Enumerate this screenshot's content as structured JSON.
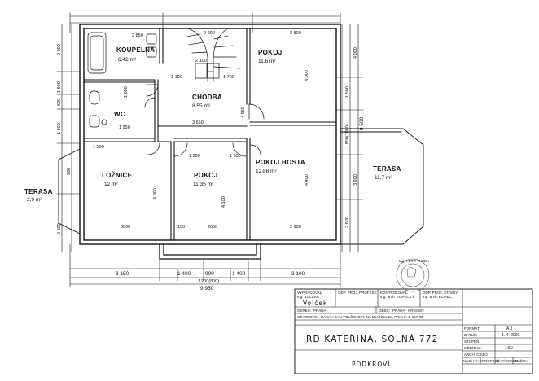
{
  "rooms": [
    {
      "name": "KOUPELNA",
      "area": "6,42 m²"
    },
    {
      "name": "WC",
      "area": ""
    },
    {
      "name": "CHODBA",
      "area": "8,55 m²"
    },
    {
      "name": "POKOJ",
      "area": "11,6 m²"
    },
    {
      "name": "LOŽNICE",
      "area": "12 m²"
    },
    {
      "name": "POKOJ",
      "area": "11,35 m²"
    },
    {
      "name": "POKOJ HOSTA",
      "area": "12,88 m²"
    },
    {
      "name": "TERASA",
      "area": "11,7 m²"
    },
    {
      "name": "TERASA",
      "area": "2,9 m²"
    }
  ],
  "dimensions": {
    "top": [
      "2 850",
      "2 900",
      "2 800"
    ],
    "bottom_rooms": [
      "3000",
      "150",
      "2650",
      "2 900"
    ],
    "bottom_row": [
      "3 150",
      "1 400",
      "900",
      "1 400",
      "3 100"
    ],
    "bottom_sub": "1200(800)",
    "total_width": "9 950",
    "left": [
      "2 900",
      "1 600",
      "600",
      "1 900",
      "900",
      "2 600"
    ],
    "right": [
      "4 000",
      "1 500",
      "1 800(1000)",
      "3 900",
      "2 600"
    ],
    "right_total": "9 500",
    "inner": [
      "1 100",
      "2 100",
      "1 700",
      "1 600",
      "4 950",
      "4 000",
      "3 650",
      "1 200",
      "1 350",
      "4 100",
      "4 000",
      "1 950",
      "4 400",
      "1 200"
    ]
  },
  "title_block": {
    "labels": {
      "vypracoval": "VYPRACOVAL",
      "odp_proj_profese": "ODP. PROJ. PROFESE",
      "kontroloval": "KONTROLOVAL",
      "odp_proj_stavby": "ODP. PROJ. STAVBY",
      "okres": "OKRES:",
      "obec": "OBEC:",
      "stavebnik": "STAVEBNÍK:",
      "format": "FORMÁT",
      "datum": "DATUM",
      "stupen": "STUPEŇ",
      "meritko": "MĚŘÍTKO:",
      "arch_cislo": "ARCH. ČÍSLO",
      "nach_fac": "NACH.FAC",
      "profese": "PROFESE",
      "c_vykresu": "Č.VÝKRESU",
      "zmena": "ZMĚNA"
    },
    "vypracoval_name": "Ing. VOLČEK",
    "kontroloval_name": "Ing. arch. KOPECKÝ",
    "odp_proj_stavby_name": "Ing. arch. KOPEC",
    "signature": "Volček",
    "okres_value": "PRAHA",
    "obec_value": "PRAHA - KROČEN",
    "stavebnik_value": "DANA A JAN VOLČEKOVI, NA MLÝNKU 2a, PRAHA 4, 147 00",
    "format_value": "A 3",
    "datum_value": "1. 4. 2000",
    "meritko_value": "1:50",
    "project_title": "RD  KATEŘINA,  SOLNÁ 772",
    "drawing_title": "PODKROVÍ"
  },
  "stamp_text": "Ing. PETR TUČEK"
}
